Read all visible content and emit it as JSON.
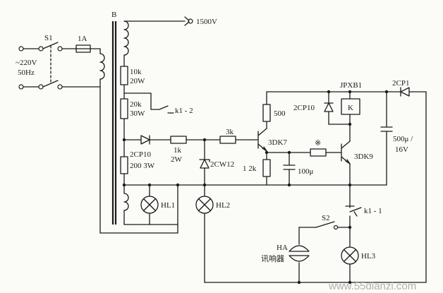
{
  "labels": {
    "s1": "S1",
    "fuse": "1A",
    "mains_voltage": "~220V",
    "mains_freq": "50Hz",
    "transformer": "B",
    "hv_output": "1500V",
    "r_10k": "10k",
    "r_10k_power": "20W",
    "r_20k": "20k",
    "r_20k_power": "30W",
    "k1_2": "k1 - 2",
    "d_2cp10_left": "2CP10",
    "r_1k": "1k",
    "r_1k_power": "2W",
    "r_3k": "3k",
    "t_3dk7": "3DK7",
    "r_500": "500",
    "d_2cp10_relay": "2CP10",
    "relay_jpxb1": "JPXB1",
    "relay_coil": "K",
    "d_2cp1": "2CP1",
    "c_500u": "500μ /",
    "c_500u_voltage": "16V",
    "r_star": "※",
    "t_3dk9": "3DK9",
    "c_100u": "100μ",
    "r_1_2k": "1  2k",
    "r_200": "200  3W",
    "zener": "2CW12",
    "hl1": "HL1",
    "hl2": "HL2",
    "s2": "S2",
    "k1_1": "k1 - 1",
    "ha": "HA",
    "ha_name": "讯响器",
    "hl3": "HL3"
  },
  "watermark": "www.55dianzi.com"
}
